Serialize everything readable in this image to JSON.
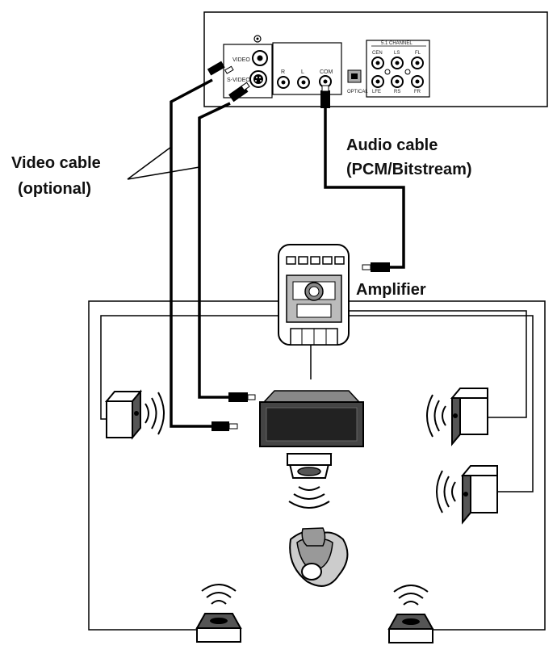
{
  "labels": {
    "video_cable": "Video cable",
    "video_optional": "(optional)",
    "audio_cable": "Audio cable",
    "audio_format": "(PCM/Bitstream)",
    "amplifier": "Amplifier"
  },
  "player_panel": {
    "video": "VIDEO",
    "svideo": "S-VIDEO",
    "r": "R",
    "l": "L",
    "com": "COM",
    "optical": "OPTICAL",
    "channel_header": "5.1 CHANNEL",
    "cen": "CEN",
    "ls": "LS",
    "fl": "FL",
    "lfe": "LFE",
    "rs": "RS",
    "fr": "FR"
  }
}
